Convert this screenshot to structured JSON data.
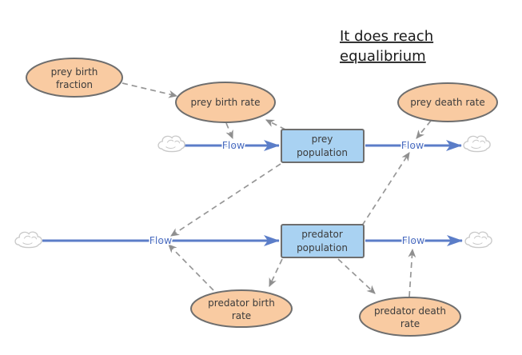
{
  "title": {
    "line1": "It does reach",
    "line2": "equalibrium"
  },
  "stocks": {
    "prey": {
      "line1": "prey",
      "line2": "population"
    },
    "predator": {
      "line1": "predator",
      "line2": "population"
    }
  },
  "variables": {
    "prey_birth_fraction": {
      "line1": "prey birth",
      "line2": "fraction"
    },
    "prey_birth_rate": {
      "line1": "prey birth rate"
    },
    "prey_death_rate": {
      "line1": "prey death rate"
    },
    "predator_birth_rate": {
      "line1": "predator birth",
      "line2": "rate"
    },
    "predator_death_rate": {
      "line1": "predator death",
      "line2": "rate"
    }
  },
  "flows": {
    "prey_inflow": {
      "label": "Flow"
    },
    "prey_outflow": {
      "label": "Flow"
    },
    "predator_inflow": {
      "label": "Flow"
    },
    "predator_outflow": {
      "label": "Flow"
    }
  },
  "links": [
    {
      "from": "prey birth fraction",
      "to": "prey birth rate"
    },
    {
      "from": "prey birth rate",
      "to": "prey inflow"
    },
    {
      "from": "prey population",
      "to": "prey birth rate"
    },
    {
      "from": "prey death rate",
      "to": "prey outflow"
    },
    {
      "from": "predator population",
      "to": "prey outflow"
    },
    {
      "from": "prey population",
      "to": "predator inflow"
    },
    {
      "from": "predator birth rate",
      "to": "predator inflow"
    },
    {
      "from": "predator population",
      "to": "predator birth rate"
    },
    {
      "from": "predator population",
      "to": "predator death rate"
    },
    {
      "from": "predator death rate",
      "to": "predator outflow"
    }
  ],
  "colors": {
    "stock_fill": "#a9d2f2",
    "variable_fill": "#f9cba2",
    "border": "#6e6e6e",
    "flow": "#5b7dc8",
    "link": "#979797",
    "title": "#1a1a1a",
    "label": "#3b3b3b",
    "flow_label": "#4a6cc0",
    "cloud": "#c9c9c9",
    "bg": "#ffffff"
  }
}
